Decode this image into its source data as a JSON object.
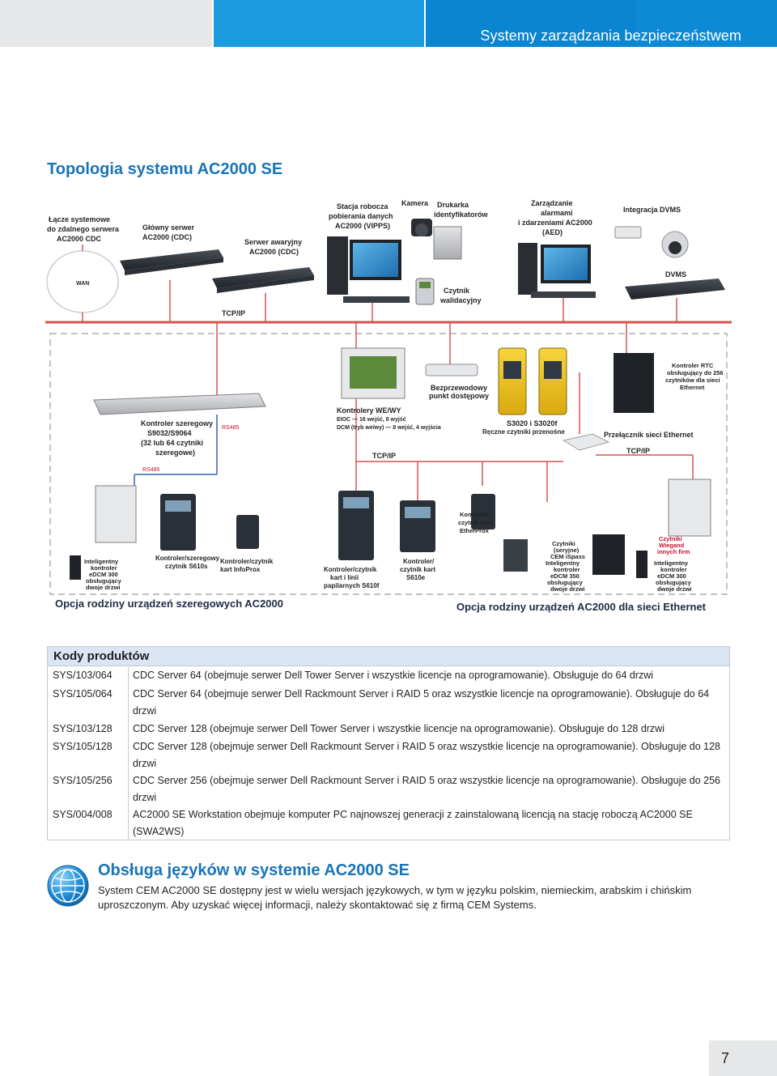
{
  "header": {
    "title": "Systemy zarządzania bezpieczeństwem"
  },
  "section_title": "Topologia systemu AC2000 SE",
  "diagram": {
    "labels": {
      "remote_link": [
        "Łącze systemowe",
        "do zdalnego serwera",
        "AC2000 CDC"
      ],
      "main_server": [
        "Główny serwer",
        "AC2000 (CDC)"
      ],
      "backup_server": [
        "Serwer awaryjny",
        "AC2000 (CDC)"
      ],
      "vipps": [
        "Stacja robocza",
        "pobierania danych",
        "AC2000 (VIPPS)"
      ],
      "camera": "Kamera",
      "printer": [
        "Drukarka",
        "identyfikatorów"
      ],
      "aed": [
        "Zarządzanie",
        "alarmami",
        "i zdarzeniami AC2000",
        "(AED)"
      ],
      "dvms_integration": "Integracja DVMS",
      "dvms": "DVMS",
      "validation_reader": [
        "Czytnik",
        "walidacyjny"
      ],
      "wan": "WAN",
      "tcpip": "TCP/IP",
      "rs485": "RS485",
      "serial_controller": [
        "Kontroler szeregowy",
        "S9032/S9064",
        "(32 lub 64 czytniki",
        "szeregowe)"
      ],
      "io_controllers": [
        "Kontrolery WE/WY",
        "EIOC — 16 wejść, 8 wyjść",
        "DCM (tryb we/wy) — 8 wejść, 4 wyjścia"
      ],
      "wireless_ap": [
        "Bezprzewodowy",
        "punkt dostępowy"
      ],
      "portable_readers": [
        "S3020 i S3020f",
        "Ręczne czytniki przenośne"
      ],
      "rtc_controller": [
        "Kontroler RTC",
        "obsługujący do 256",
        "czytników dla sieci",
        "Ethernet"
      ],
      "ethernet_switch": "Przełącznik sieci Ethernet",
      "edcm300_serial": [
        "Inteligentny",
        "kontroler",
        "eDCM 300",
        "obsługujący",
        "dwoje drzwi"
      ],
      "s610s": [
        "Kontroler/szeregowy",
        "czytnik S610s"
      ],
      "infoprox_serial": [
        "Kontroler/czytnik",
        "kart InfoProx"
      ],
      "s610f": [
        "Kontroler/czytnik",
        "kart i linii",
        "papilarnych S610f"
      ],
      "s610e": [
        "Kontroler/",
        "czytnik kart",
        "S610e"
      ],
      "etherprox": [
        "Kontroler/",
        "czytnik kart",
        "EtherProx"
      ],
      "ispass": [
        "Czytniki",
        "(seryjne)",
        "CEM iSpass",
        "Inteligentny",
        "kontroler",
        "eDCM 350",
        "obsługujący",
        "dwoje drzwi"
      ],
      "wiegand": [
        "Czytniki",
        "Wiegand",
        "innych firm",
        "Inteligentny",
        "kontroler",
        "eDCM 300",
        "obsługujący",
        "dwoje drzwi"
      ],
      "serial_family": "Opcja rodziny urządzeń szeregowych AC2000",
      "ethernet_family": "Opcja rodziny urządzeń AC2000 dla sieci Ethernet"
    }
  },
  "product_codes": {
    "title": "Kody produktów",
    "rows": [
      {
        "code": "SYS/103/064",
        "desc": "CDC Server 64 (obejmuje serwer Dell Tower Server i wszystkie licencje na oprogramowanie). Obsługuje do 64 drzwi"
      },
      {
        "code": "SYS/105/064",
        "desc": "CDC Server 64 (obejmuje serwer Dell Rackmount Server i RAID 5 oraz wszystkie licencje na oprogramowanie). Obsługuje do 64 drzwi"
      },
      {
        "code": "SYS/103/128",
        "desc": "CDC Server 128 (obejmuje serwer Dell Tower Server i wszystkie licencje na oprogramowanie). Obsługuje do 128 drzwi"
      },
      {
        "code": "SYS/105/128",
        "desc": "CDC Server 128 (obejmuje serwer Dell Rackmount Server i RAID 5 oraz wszystkie licencje na oprogramowanie). Obsługuje do 128 drzwi"
      },
      {
        "code": "SYS/105/256",
        "desc": "CDC Server 256 (obejmuje serwer Dell Rackmount Server i RAID 5 oraz wszystkie licencje na oprogramowanie). Obsługuje do 256 drzwi"
      },
      {
        "code": "SYS/004/008",
        "desc": "AC2000 SE Workstation obejmuje komputer PC najnowszej generacji z zainstalowaną licencją na stację roboczą AC2000 SE (SWA2WS)"
      }
    ]
  },
  "languages": {
    "title": "Obsługa języków w systemie AC2000 SE",
    "body": "System CEM AC2000 SE dostępny jest w wielu wersjach językowych, w tym w języku polskim, niemieckim, arabskim i chińskim uproszczonym. Aby uzyskać więcej informacji, należy skontaktować się z firmą CEM Systems."
  },
  "page_number": "7",
  "colors": {
    "accent_blue": "#1a74b8",
    "header_blue": "#0a85d1",
    "network_red": "#d9534f",
    "table_head": "#dbe6f4"
  }
}
